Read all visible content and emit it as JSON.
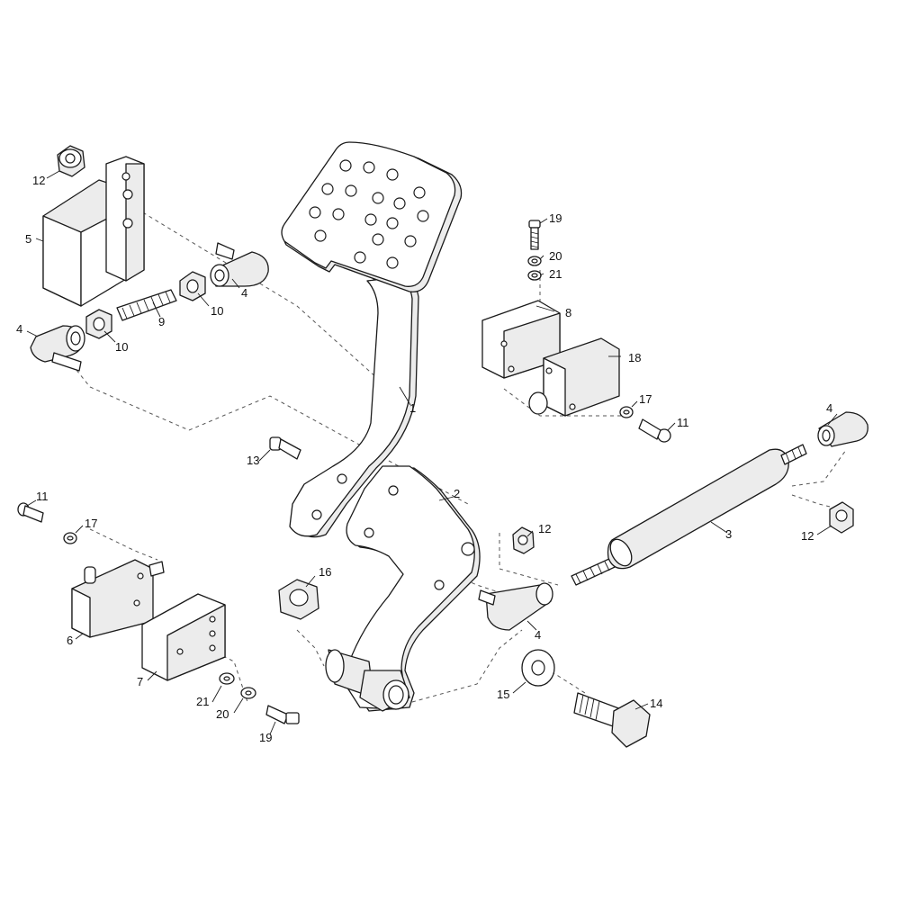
{
  "callouts": {
    "c1": "1",
    "c2": "2",
    "c3": "3",
    "c4a": "4",
    "c4b": "4",
    "c4c": "4",
    "c4d": "4",
    "c5": "5",
    "c6": "6",
    "c7": "7",
    "c8": "8",
    "c9": "9",
    "c10a": "10",
    "c10b": "10",
    "c11a": "11",
    "c11b": "11",
    "c12a": "12",
    "c12b": "12",
    "c12c": "12",
    "c13": "13",
    "c14": "14",
    "c15": "15",
    "c16": "16",
    "c17a": "17",
    "c17b": "17",
    "c18": "18",
    "c19a": "19",
    "c19b": "19",
    "c20a": "20",
    "c20b": "20",
    "c21a": "21",
    "c21b": "21"
  },
  "colors": {
    "line": "#1a1a1a",
    "background": "#ffffff",
    "shade": "#ececec"
  }
}
